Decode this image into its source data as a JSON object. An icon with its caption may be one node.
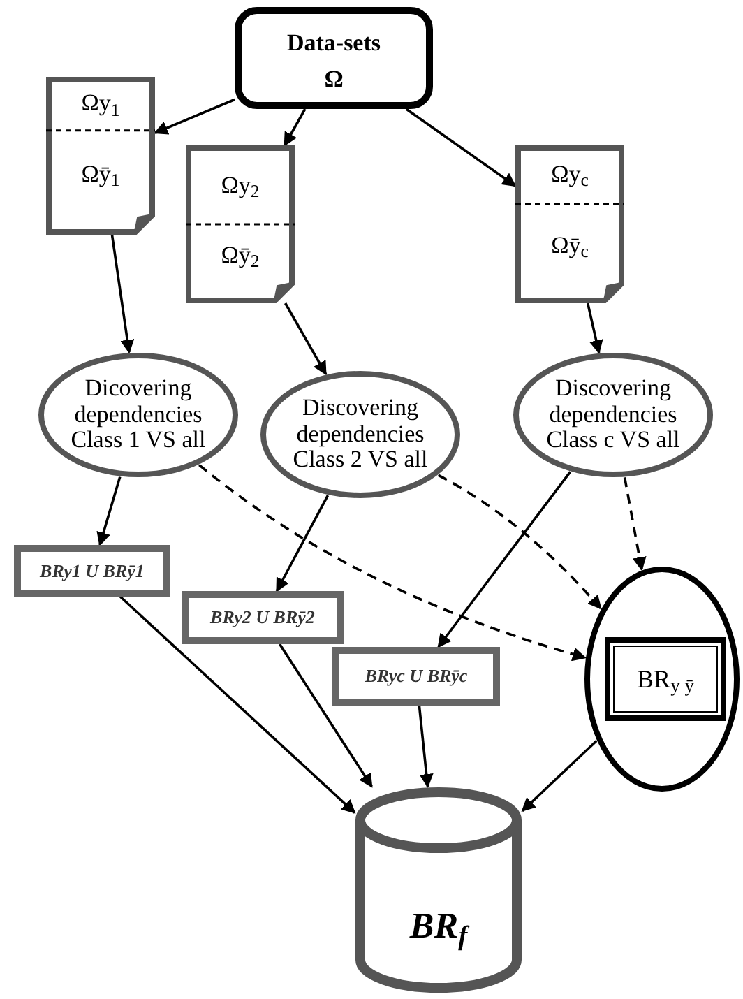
{
  "diagram": {
    "nodes": [
      {
        "text": [
          "Data-sets",
          "Ω"
        ]
      },
      {
        "text": [
          "Ωy$_{1}$",
          "Ωȳ$_{1}$"
        ]
      },
      {
        "text": [
          "Ωy$_{2}$",
          "Ωȳ$_{2}$"
        ]
      },
      {
        "text": [
          "Ωy$_{c}$",
          "Ωȳ$_{c}$"
        ]
      },
      {
        "text": [
          "Dicovering dependencies Class 1 VS all"
        ]
      },
      {
        "text": [
          "Discovering dependencies Class 2 VS all"
        ]
      },
      {
        "text": [
          "Discovering dependencies Class c VS all"
        ]
      },
      {
        "text": [
          "BRy1 U BRȳ1"
        ]
      },
      {
        "text": [
          "BRy2 U BRȳ2"
        ]
      },
      {
        "text": [
          "BRyc U BRȳc"
        ]
      },
      {
        "text": [],
        "shape": "circle"
      },
      {
        "text": [
          "BR$_{y ȳ}$"
        ],
        "in": 10
      },
      {
        "text": [
          "BR$_{f}$"
        ]
      }
    ],
    "edges": [
      {
        "from": 0,
        "to": 1,
        "arrow": "to"
      },
      {
        "from": 0,
        "to": 2,
        "arrow": "to"
      },
      {
        "from": 0,
        "to": 3,
        "arrow": "to"
      },
      {
        "from": 1,
        "to": 4,
        "arrow": "to"
      },
      {
        "from": 2,
        "to": 5,
        "arrow": "to"
      },
      {
        "from": 3,
        "to": 6,
        "arrow": "to"
      },
      {
        "from": 4,
        "to": 7,
        "arrow": "to"
      },
      {
        "from": 5,
        "to": 8,
        "arrow": "to"
      },
      {
        "from": 6,
        "to": 9,
        "arrow": "to"
      },
      {
        "from": 4,
        "to": 10,
        "arrow": "to",
        "style": "dashed"
      },
      {
        "from": 5,
        "to": 10,
        "arrow": "to",
        "style": "dashed"
      },
      {
        "from": 6,
        "to": 10,
        "arrow": "to",
        "style": "dashed"
      },
      {
        "from": 7,
        "to": 12,
        "arrow": "to"
      },
      {
        "from": 8,
        "to": 12,
        "arrow": "to"
      },
      {
        "from": 9,
        "to": 12,
        "arrow": "to"
      },
      {
        "from": 10,
        "to": 12,
        "arrow": "to"
      }
    ]
  }
}
